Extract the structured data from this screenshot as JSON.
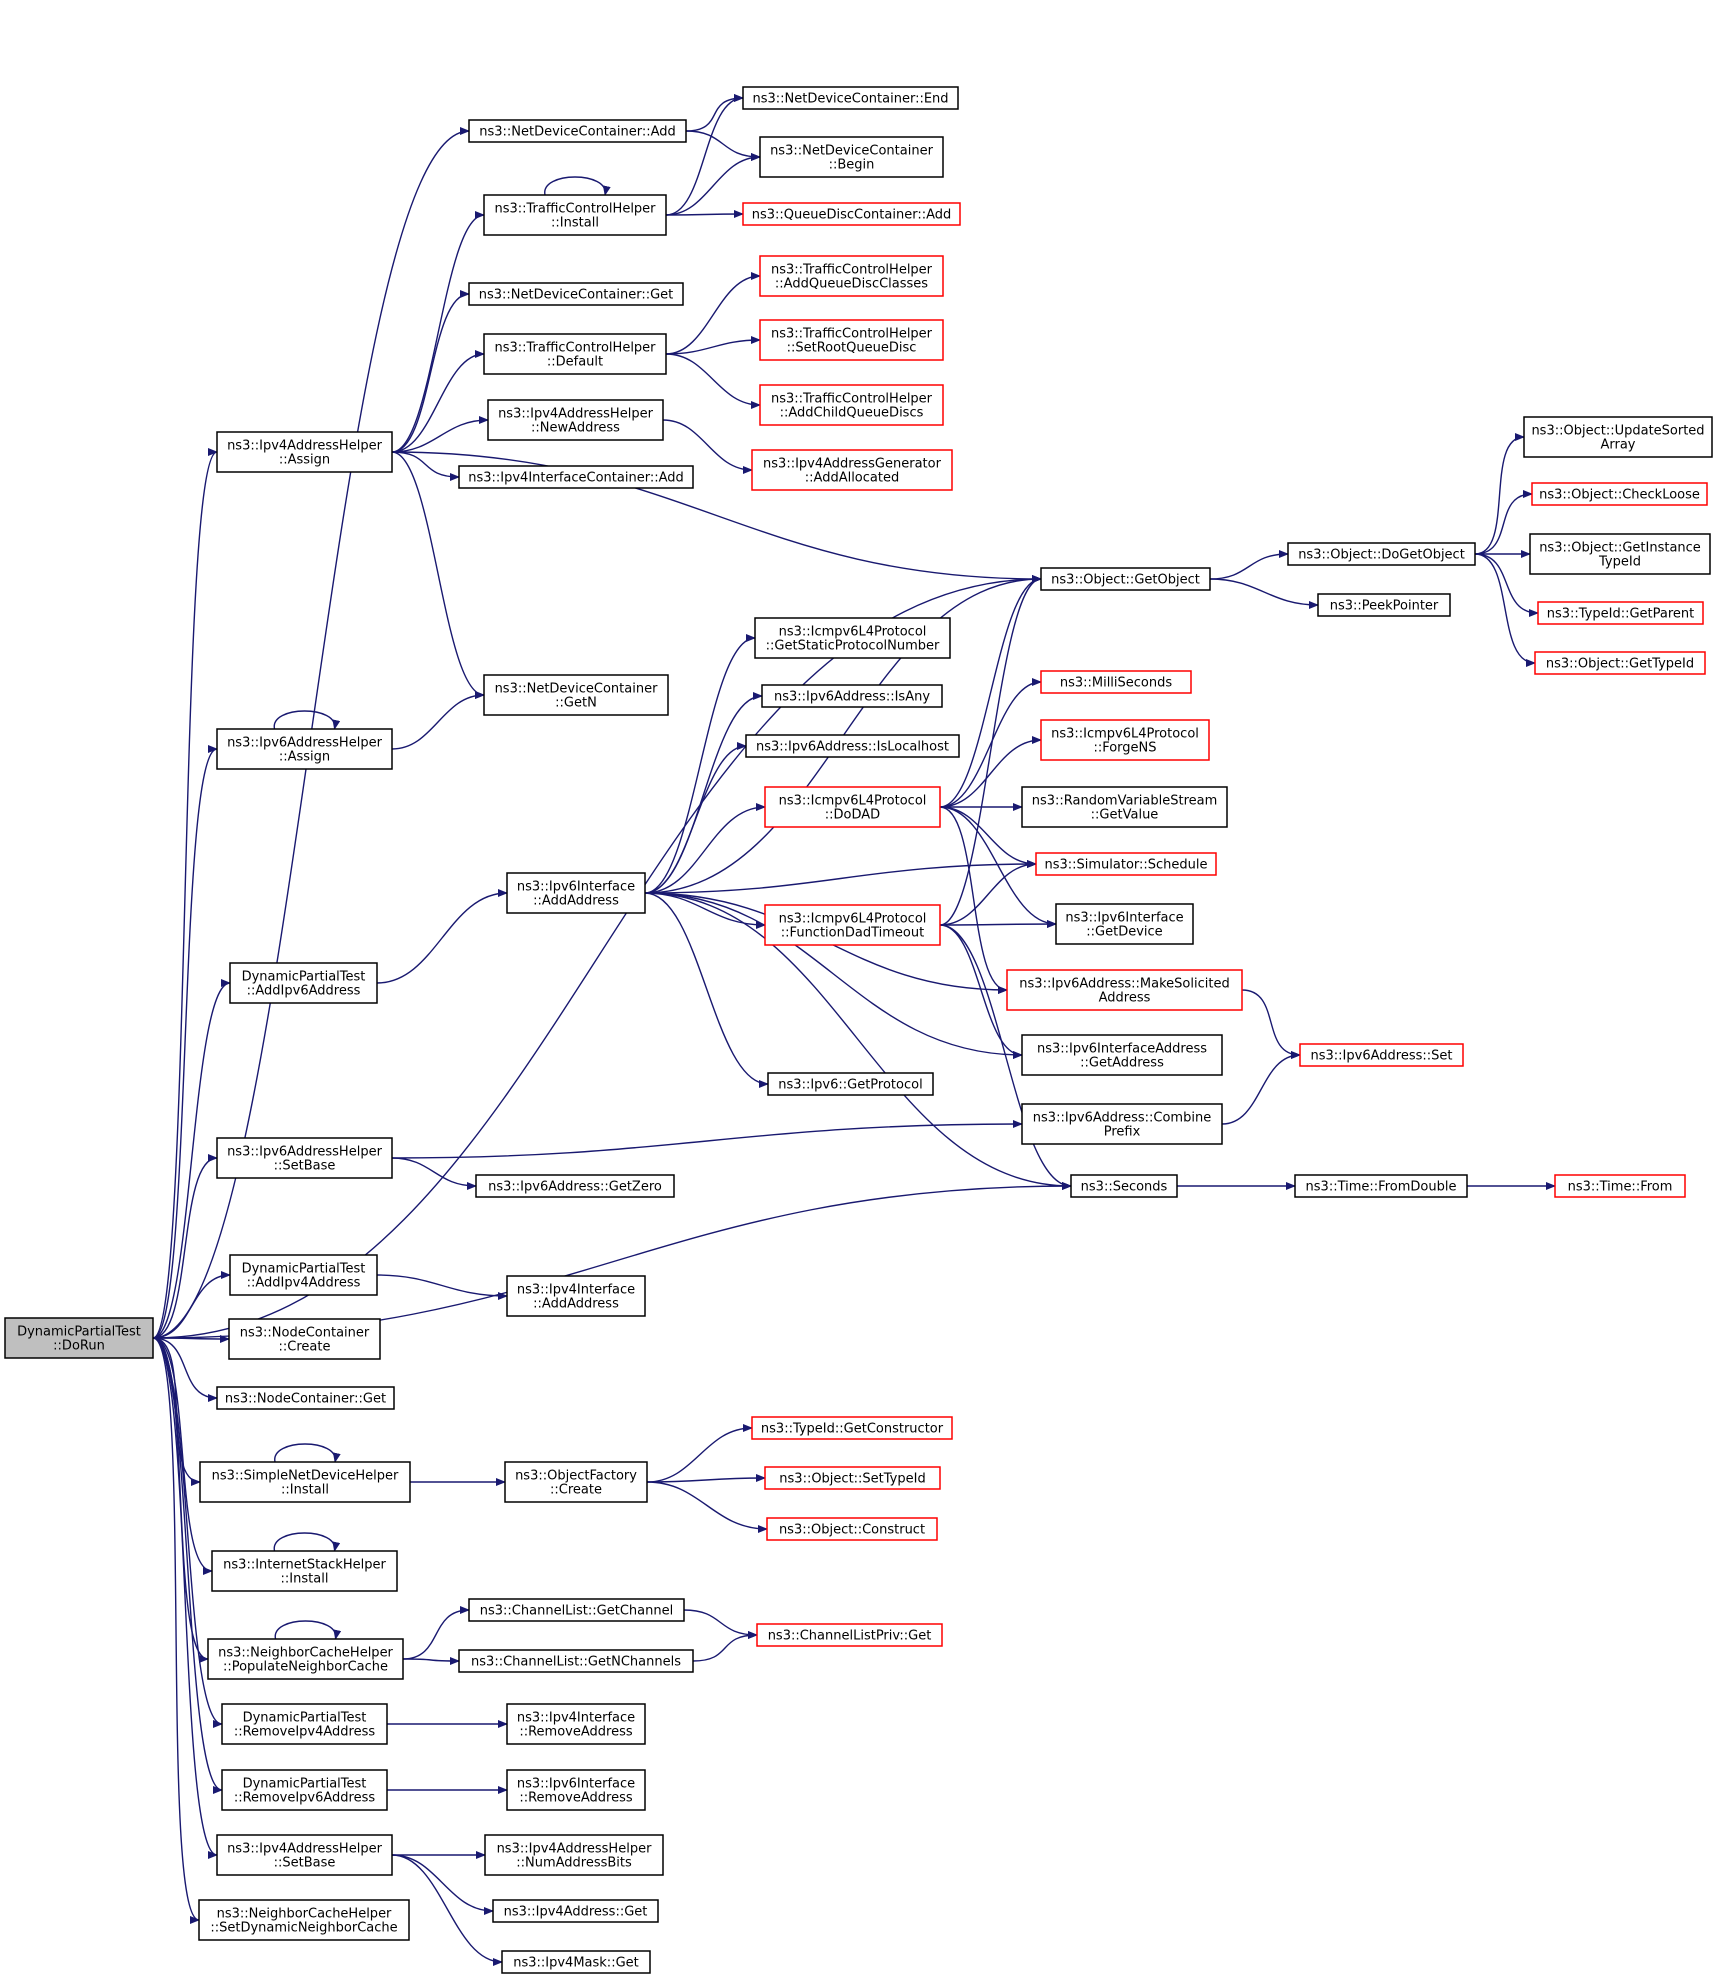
{
  "colors": {
    "edge": "#191970",
    "root_fill": "#bfbfbf",
    "node_border": "#000000",
    "external_node_border": "#ff0000"
  },
  "nodes": [
    {
      "id": "root",
      "lines": [
        "DynamicPartialTest",
        "::DoRun"
      ],
      "style": "root"
    },
    {
      "id": "ndc_add",
      "lines": [
        "ns3::NetDeviceContainer::Add"
      ],
      "style": "normal"
    },
    {
      "id": "ndc_end",
      "lines": [
        "ns3::NetDeviceContainer::End"
      ],
      "style": "normal"
    },
    {
      "id": "ndc_begin",
      "lines": [
        "ns3::NetDeviceContainer",
        "::Begin"
      ],
      "style": "normal"
    },
    {
      "id": "tch_install",
      "lines": [
        "ns3::TrafficControlHelper",
        "::Install"
      ],
      "style": "normal"
    },
    {
      "id": "qdc_add",
      "lines": [
        "ns3::QueueDiscContainer::Add"
      ],
      "style": "external"
    },
    {
      "id": "ndc_get",
      "lines": [
        "ns3::NetDeviceContainer::Get"
      ],
      "style": "normal"
    },
    {
      "id": "tch_addqdc",
      "lines": [
        "ns3::TrafficControlHelper",
        "::AddQueueDiscClasses"
      ],
      "style": "external"
    },
    {
      "id": "tch_default",
      "lines": [
        "ns3::TrafficControlHelper",
        "::Default"
      ],
      "style": "normal"
    },
    {
      "id": "tch_setroot",
      "lines": [
        "ns3::TrafficControlHelper",
        "::SetRootQueueDisc"
      ],
      "style": "external"
    },
    {
      "id": "tch_addchild",
      "lines": [
        "ns3::TrafficControlHelper",
        "::AddChildQueueDiscs"
      ],
      "style": "external"
    },
    {
      "id": "ipv4ah_assign",
      "lines": [
        "ns3::Ipv4AddressHelper",
        "::Assign"
      ],
      "style": "normal"
    },
    {
      "id": "ipv4ah_newaddr",
      "lines": [
        "ns3::Ipv4AddressHelper",
        "::NewAddress"
      ],
      "style": "normal"
    },
    {
      "id": "ipv4ag_alloc",
      "lines": [
        "ns3::Ipv4AddressGenerator",
        "::AddAllocated"
      ],
      "style": "external"
    },
    {
      "id": "ipv4ic_add",
      "lines": [
        "ns3::Ipv4InterfaceContainer::Add"
      ],
      "style": "normal"
    },
    {
      "id": "obj_updsorted",
      "lines": [
        "ns3::Object::UpdateSorted",
        "Array"
      ],
      "style": "normal"
    },
    {
      "id": "obj_checkloose",
      "lines": [
        "ns3::Object::CheckLoose"
      ],
      "style": "external"
    },
    {
      "id": "obj_dogetobj",
      "lines": [
        "ns3::Object::DoGetObject"
      ],
      "style": "normal"
    },
    {
      "id": "obj_getinst",
      "lines": [
        "ns3::Object::GetInstance",
        "TypeId"
      ],
      "style": "normal"
    },
    {
      "id": "obj_getobj",
      "lines": [
        "ns3::Object::GetObject"
      ],
      "style": "normal"
    },
    {
      "id": "peekptr",
      "lines": [
        "ns3::PeekPointer"
      ],
      "style": "normal"
    },
    {
      "id": "typeid_getparent",
      "lines": [
        "ns3::TypeId::GetParent"
      ],
      "style": "external"
    },
    {
      "id": "obj_gettypeid",
      "lines": [
        "ns3::Object::GetTypeId"
      ],
      "style": "external"
    },
    {
      "id": "icmp_getstatic",
      "lines": [
        "ns3::Icmpv6L4Protocol",
        "::GetStaticProtocolNumber"
      ],
      "style": "normal"
    },
    {
      "id": "ndc_getn",
      "lines": [
        "ns3::NetDeviceContainer",
        "::GetN"
      ],
      "style": "normal"
    },
    {
      "id": "ipv6addr_isany",
      "lines": [
        "ns3::Ipv6Address::IsAny"
      ],
      "style": "normal"
    },
    {
      "id": "ipv6ah_assign",
      "lines": [
        "ns3::Ipv6AddressHelper",
        "::Assign"
      ],
      "style": "normal"
    },
    {
      "id": "millisec",
      "lines": [
        "ns3::MilliSeconds"
      ],
      "style": "external"
    },
    {
      "id": "icmp_forgens",
      "lines": [
        "ns3::Icmpv6L4Protocol",
        "::ForgeNS"
      ],
      "style": "external"
    },
    {
      "id": "ipv6addr_islocal",
      "lines": [
        "ns3::Ipv6Address::IsLocalhost"
      ],
      "style": "normal"
    },
    {
      "id": "icmp_dodad",
      "lines": [
        "ns3::Icmpv6L4Protocol",
        "::DoDAD"
      ],
      "style": "external"
    },
    {
      "id": "rvs_getvalue",
      "lines": [
        "ns3::RandomVariableStream",
        "::GetValue"
      ],
      "style": "normal"
    },
    {
      "id": "ipv6if_addaddr",
      "lines": [
        "ns3::Ipv6Interface",
        "::AddAddress"
      ],
      "style": "normal"
    },
    {
      "id": "sim_schedule",
      "lines": [
        "ns3::Simulator::Schedule"
      ],
      "style": "external"
    },
    {
      "id": "icmp_funcdad",
      "lines": [
        "ns3::Icmpv6L4Protocol",
        "::FunctionDadTimeout"
      ],
      "style": "external"
    },
    {
      "id": "ipv6if_getdev",
      "lines": [
        "ns3::Ipv6Interface",
        "::GetDevice"
      ],
      "style": "normal"
    },
    {
      "id": "dpt_addipv6",
      "lines": [
        "DynamicPartialTest",
        "::AddIpv6Address"
      ],
      "style": "normal"
    },
    {
      "id": "ipv6addr_mksol",
      "lines": [
        "ns3::Ipv6Address::MakeSolicited",
        "Address"
      ],
      "style": "external"
    },
    {
      "id": "ipv6ifaddr_getaddr",
      "lines": [
        "ns3::Ipv6InterfaceAddress",
        "::GetAddress"
      ],
      "style": "normal"
    },
    {
      "id": "ipv6addr_set",
      "lines": [
        "ns3::Ipv6Address::Set"
      ],
      "style": "external"
    },
    {
      "id": "ipv6_getproto",
      "lines": [
        "ns3::Ipv6::GetProtocol"
      ],
      "style": "normal"
    },
    {
      "id": "ipv6addr_combine",
      "lines": [
        "ns3::Ipv6Address::Combine",
        "Prefix"
      ],
      "style": "normal"
    },
    {
      "id": "ipv6ah_setbase",
      "lines": [
        "ns3::Ipv6AddressHelper",
        "::SetBase"
      ],
      "style": "normal"
    },
    {
      "id": "ipv6addr_getzero",
      "lines": [
        "ns3::Ipv6Address::GetZero"
      ],
      "style": "normal"
    },
    {
      "id": "seconds",
      "lines": [
        "ns3::Seconds"
      ],
      "style": "normal"
    },
    {
      "id": "time_fromdouble",
      "lines": [
        "ns3::Time::FromDouble"
      ],
      "style": "normal"
    },
    {
      "id": "time_from",
      "lines": [
        "ns3::Time::From"
      ],
      "style": "external"
    },
    {
      "id": "dpt_addipv4",
      "lines": [
        "DynamicPartialTest",
        "::AddIpv4Address"
      ],
      "style": "normal"
    },
    {
      "id": "ipv4if_addaddr",
      "lines": [
        "ns3::Ipv4Interface",
        "::AddAddress"
      ],
      "style": "normal"
    },
    {
      "id": "nc_create",
      "lines": [
        "ns3::NodeContainer",
        "::Create"
      ],
      "style": "normal"
    },
    {
      "id": "nc_get",
      "lines": [
        "ns3::NodeContainer::Get"
      ],
      "style": "normal"
    },
    {
      "id": "typeid_getctor",
      "lines": [
        "ns3::TypeId::GetConstructor"
      ],
      "style": "external"
    },
    {
      "id": "sndh_install",
      "lines": [
        "ns3::SimpleNetDeviceHelper",
        "::Install"
      ],
      "style": "normal"
    },
    {
      "id": "of_create",
      "lines": [
        "ns3::ObjectFactory",
        "::Create"
      ],
      "style": "normal"
    },
    {
      "id": "obj_settypeid",
      "lines": [
        "ns3::Object::SetTypeId"
      ],
      "style": "external"
    },
    {
      "id": "obj_construct",
      "lines": [
        "ns3::Object::Construct"
      ],
      "style": "external"
    },
    {
      "id": "ish_install",
      "lines": [
        "ns3::InternetStackHelper",
        "::Install"
      ],
      "style": "normal"
    },
    {
      "id": "cl_getchannel",
      "lines": [
        "ns3::ChannelList::GetChannel"
      ],
      "style": "normal"
    },
    {
      "id": "ncache_populate",
      "lines": [
        "ns3::NeighborCacheHelper",
        "::PopulateNeighborCache"
      ],
      "style": "normal"
    },
    {
      "id": "clpriv_get",
      "lines": [
        "ns3::ChannelListPriv::Get"
      ],
      "style": "external"
    },
    {
      "id": "cl_getnchannels",
      "lines": [
        "ns3::ChannelList::GetNChannels"
      ],
      "style": "normal"
    },
    {
      "id": "dpt_rmipv4",
      "lines": [
        "DynamicPartialTest",
        "::RemoveIpv4Address"
      ],
      "style": "normal"
    },
    {
      "id": "ipv4if_rmaddr",
      "lines": [
        "ns3::Ipv4Interface",
        "::RemoveAddress"
      ],
      "style": "normal"
    },
    {
      "id": "dpt_rmipv6",
      "lines": [
        "DynamicPartialTest",
        "::RemoveIpv6Address"
      ],
      "style": "normal"
    },
    {
      "id": "ipv6if_rmaddr",
      "lines": [
        "ns3::Ipv6Interface",
        "::RemoveAddress"
      ],
      "style": "normal"
    },
    {
      "id": "ipv4ah_setbase",
      "lines": [
        "ns3::Ipv4AddressHelper",
        "::SetBase"
      ],
      "style": "normal"
    },
    {
      "id": "ipv4ah_numbits",
      "lines": [
        "ns3::Ipv4AddressHelper",
        "::NumAddressBits"
      ],
      "style": "normal"
    },
    {
      "id": "ipv4addr_get",
      "lines": [
        "ns3::Ipv4Address::Get"
      ],
      "style": "normal"
    },
    {
      "id": "ncache_setdyn",
      "lines": [
        "ns3::NeighborCacheHelper",
        "::SetDynamicNeighborCache"
      ],
      "style": "normal"
    },
    {
      "id": "ipv4mask_get",
      "lines": [
        "ns3::Ipv4Mask::Get"
      ],
      "style": "normal"
    }
  ],
  "edges": [
    [
      "root",
      "ndc_add"
    ],
    [
      "root",
      "obj_getobj"
    ],
    [
      "root",
      "ipv4ah_assign"
    ],
    [
      "root",
      "ipv6ah_assign"
    ],
    [
      "root",
      "dpt_addipv6"
    ],
    [
      "root",
      "ipv6ah_setbase"
    ],
    [
      "root",
      "seconds"
    ],
    [
      "root",
      "dpt_addipv4"
    ],
    [
      "root",
      "nc_create"
    ],
    [
      "root",
      "nc_get"
    ],
    [
      "root",
      "sndh_install"
    ],
    [
      "root",
      "ish_install"
    ],
    [
      "root",
      "ncache_populate"
    ],
    [
      "root",
      "dpt_rmipv4"
    ],
    [
      "root",
      "dpt_rmipv6"
    ],
    [
      "root",
      "ipv4ah_setbase"
    ],
    [
      "root",
      "ncache_setdyn"
    ],
    [
      "ndc_add",
      "ndc_end"
    ],
    [
      "ndc_add",
      "ndc_begin"
    ],
    [
      "tch_install",
      "tch_install"
    ],
    [
      "tch_install",
      "ndc_end"
    ],
    [
      "tch_install",
      "ndc_begin"
    ],
    [
      "tch_install",
      "qdc_add"
    ],
    [
      "tch_default",
      "tch_addqdc"
    ],
    [
      "tch_default",
      "tch_setroot"
    ],
    [
      "tch_default",
      "tch_addchild"
    ],
    [
      "ipv4ah_assign",
      "tch_install"
    ],
    [
      "ipv4ah_assign",
      "ndc_get"
    ],
    [
      "ipv4ah_assign",
      "tch_default"
    ],
    [
      "ipv4ah_assign",
      "ipv4ah_newaddr"
    ],
    [
      "ipv4ah_assign",
      "ipv4ic_add"
    ],
    [
      "ipv4ah_assign",
      "obj_getobj"
    ],
    [
      "ipv4ah_assign",
      "ndc_getn"
    ],
    [
      "ipv4ah_newaddr",
      "ipv4ag_alloc"
    ],
    [
      "obj_getobj",
      "obj_dogetobj"
    ],
    [
      "obj_getobj",
      "peekptr"
    ],
    [
      "obj_dogetobj",
      "obj_updsorted"
    ],
    [
      "obj_dogetobj",
      "obj_checkloose"
    ],
    [
      "obj_dogetobj",
      "obj_getinst"
    ],
    [
      "obj_dogetobj",
      "typeid_getparent"
    ],
    [
      "obj_dogetobj",
      "obj_gettypeid"
    ],
    [
      "ipv6ah_assign",
      "ipv6ah_assign"
    ],
    [
      "ipv6ah_assign",
      "ndc_getn"
    ],
    [
      "dpt_addipv6",
      "ipv6if_addaddr"
    ],
    [
      "ipv6if_addaddr",
      "obj_getobj"
    ],
    [
      "ipv6if_addaddr",
      "icmp_getstatic"
    ],
    [
      "ipv6if_addaddr",
      "ipv6addr_isany"
    ],
    [
      "ipv6if_addaddr",
      "ipv6addr_islocal"
    ],
    [
      "ipv6if_addaddr",
      "icmp_dodad"
    ],
    [
      "ipv6if_addaddr",
      "sim_schedule"
    ],
    [
      "ipv6if_addaddr",
      "icmp_funcdad"
    ],
    [
      "ipv6if_addaddr",
      "ipv6addr_mksol"
    ],
    [
      "ipv6if_addaddr",
      "ipv6ifaddr_getaddr"
    ],
    [
      "ipv6if_addaddr",
      "ipv6_getproto"
    ],
    [
      "ipv6if_addaddr",
      "seconds"
    ],
    [
      "icmp_dodad",
      "obj_getobj"
    ],
    [
      "icmp_dodad",
      "millisec"
    ],
    [
      "icmp_dodad",
      "icmp_forgens"
    ],
    [
      "icmp_dodad",
      "rvs_getvalue"
    ],
    [
      "icmp_dodad",
      "sim_schedule"
    ],
    [
      "icmp_dodad",
      "ipv6if_getdev"
    ],
    [
      "icmp_dodad",
      "ipv6addr_mksol"
    ],
    [
      "icmp_funcdad",
      "obj_getobj"
    ],
    [
      "icmp_funcdad",
      "sim_schedule"
    ],
    [
      "icmp_funcdad",
      "ipv6if_getdev"
    ],
    [
      "icmp_funcdad",
      "ipv6ifaddr_getaddr"
    ],
    [
      "icmp_funcdad",
      "seconds"
    ],
    [
      "ipv6addr_mksol",
      "ipv6addr_set"
    ],
    [
      "ipv6ah_setbase",
      "ipv6addr_combine"
    ],
    [
      "ipv6ah_setbase",
      "ipv6addr_getzero"
    ],
    [
      "ipv6addr_combine",
      "ipv6addr_set"
    ],
    [
      "seconds",
      "time_fromdouble"
    ],
    [
      "time_fromdouble",
      "time_from"
    ],
    [
      "dpt_addipv4",
      "ipv4if_addaddr"
    ],
    [
      "sndh_install",
      "sndh_install"
    ],
    [
      "sndh_install",
      "of_create"
    ],
    [
      "of_create",
      "typeid_getctor"
    ],
    [
      "of_create",
      "obj_settypeid"
    ],
    [
      "of_create",
      "obj_construct"
    ],
    [
      "ish_install",
      "ish_install"
    ],
    [
      "ncache_populate",
      "ncache_populate"
    ],
    [
      "ncache_populate",
      "cl_getchannel"
    ],
    [
      "ncache_populate",
      "cl_getnchannels"
    ],
    [
      "cl_getchannel",
      "clpriv_get"
    ],
    [
      "cl_getnchannels",
      "clpriv_get"
    ],
    [
      "dpt_rmipv4",
      "ipv4if_rmaddr"
    ],
    [
      "dpt_rmipv6",
      "ipv6if_rmaddr"
    ],
    [
      "ipv4ah_setbase",
      "ipv4ah_numbits"
    ],
    [
      "ipv4ah_setbase",
      "ipv4addr_get"
    ],
    [
      "ipv4ah_setbase",
      "ipv4mask_get"
    ]
  ]
}
